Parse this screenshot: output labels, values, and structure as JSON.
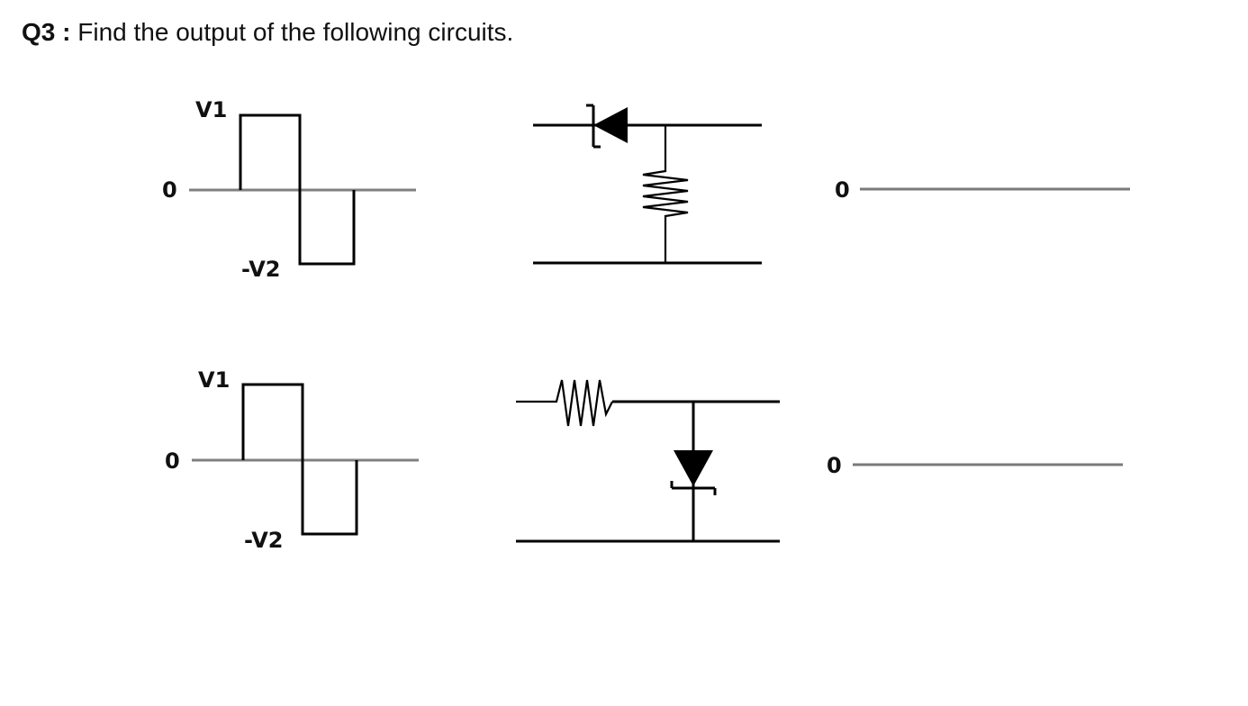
{
  "question": {
    "number": "Q3",
    "separator": " : ",
    "text": "Find the output of the following circuits."
  },
  "circuits": [
    {
      "input": {
        "high_label": "V1",
        "zero_label": "0",
        "low_label": "-V2"
      },
      "output": {
        "zero_label": "0"
      }
    },
    {
      "input": {
        "high_label": "V1",
        "zero_label": "0",
        "low_label": "-V2"
      },
      "output": {
        "zero_label": "0"
      }
    }
  ]
}
